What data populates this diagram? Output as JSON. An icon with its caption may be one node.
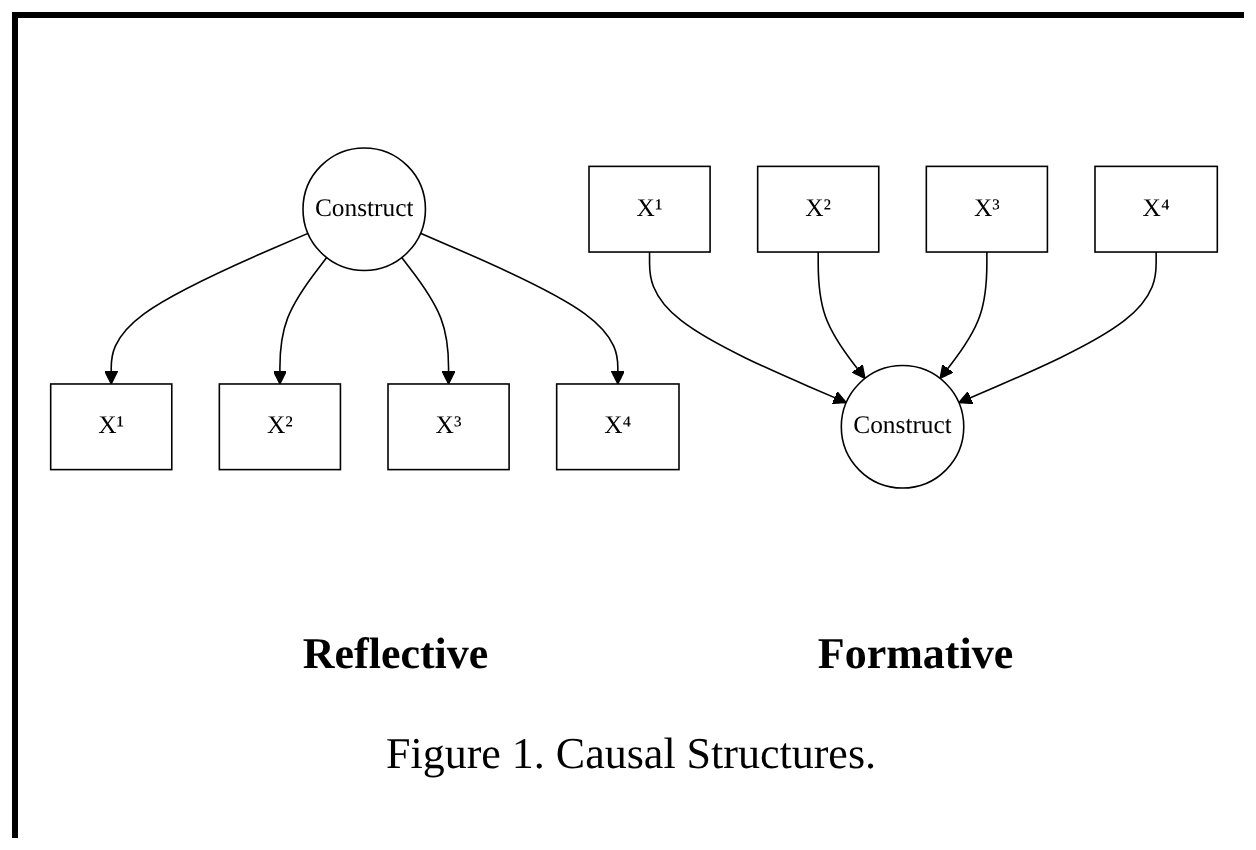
{
  "diagram": {
    "caption": "Figure 1. Causal Structures.",
    "nodes": [
      {
        "text": [
          "Construct"
        ]
      },
      {
        "text": [
          "X¹"
        ]
      },
      {
        "text": [
          "X²"
        ]
      },
      {
        "text": [
          "X³"
        ]
      },
      {
        "text": [
          "X⁴"
        ]
      },
      {
        "text": [
          "X¹"
        ]
      },
      {
        "text": [
          "X²"
        ]
      },
      {
        "text": [
          "X³"
        ]
      },
      {
        "text": [
          "X⁴"
        ]
      },
      {
        "text": [
          "Construct"
        ]
      }
    ],
    "edges": [
      {
        "from": 0,
        "to": 1,
        "arrow": "to"
      },
      {
        "from": 0,
        "to": 2,
        "arrow": "to"
      },
      {
        "from": 0,
        "to": 3,
        "arrow": "to"
      },
      {
        "from": 0,
        "to": 4,
        "arrow": "to"
      },
      {
        "from": 5,
        "to": 9,
        "arrow": "to"
      },
      {
        "from": 6,
        "to": 9,
        "arrow": "to"
      },
      {
        "from": 7,
        "to": 9,
        "arrow": "to"
      },
      {
        "from": 8,
        "to": 9,
        "arrow": "to"
      }
    ],
    "labels": [
      "Reflective",
      "Formative"
    ]
  }
}
